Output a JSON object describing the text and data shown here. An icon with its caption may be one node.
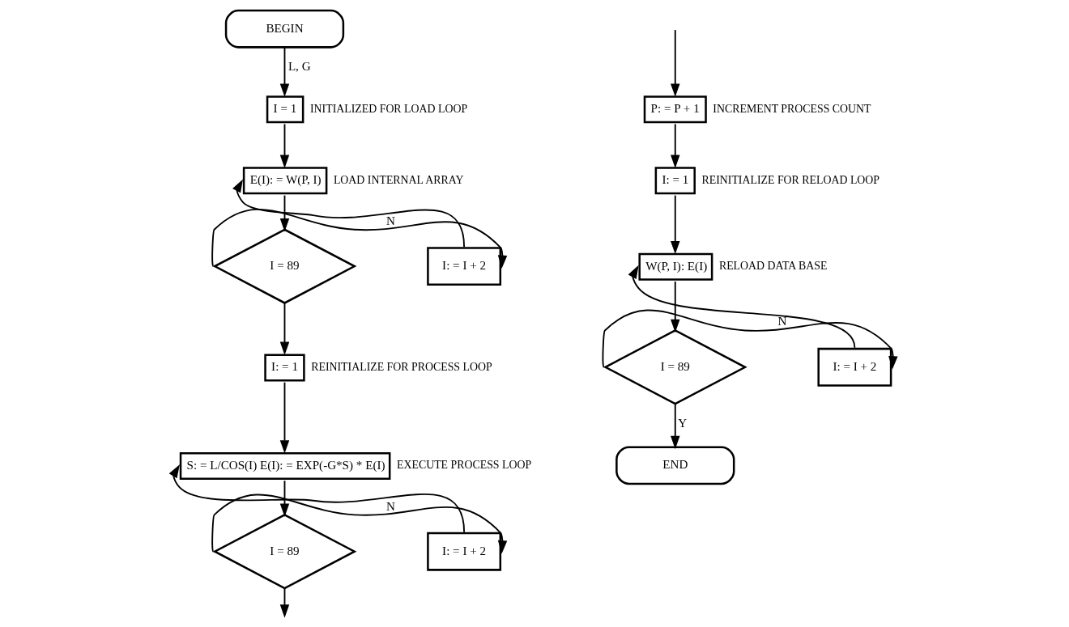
{
  "diagram": {
    "nodes": [
      {
        "text": [
          "BEGIN"
        ]
      },
      {
        "text": [
          "I = 1"
        ],
        "beside": [
          "INITIALIZED FOR LOAD LOOP"
        ]
      },
      {
        "text": [
          "E(I): = W(P, I)"
        ],
        "beside": [
          "LOAD INTERNAL ARRAY"
        ]
      },
      {
        "text": [
          "I = 89"
        ]
      },
      {
        "text": [
          "I: = I + 2"
        ]
      },
      {
        "text": [
          "I: = 1"
        ],
        "beside": [
          "REINITIALIZE FOR PROCESS LOOP"
        ]
      },
      {
        "text": [
          "S: = L/COS(I) E(I): = EXP(-G*S) * E(I)"
        ],
        "beside": [
          "EXECUTE PROCESS LOOP"
        ]
      },
      {
        "text": [
          "I = 89"
        ]
      },
      {
        "text": [
          "I: = I + 2"
        ]
      },
      {
        "text": [
          "P: = P + 1"
        ],
        "beside": [
          "INCREMENT PROCESS COUNT"
        ]
      },
      {
        "text": [
          "I: = 1"
        ],
        "beside": [
          "REINITIALIZE FOR RELOAD LOOP"
        ]
      },
      {
        "text": [
          "W(P, I): E(I)"
        ],
        "beside": [
          "RELOAD DATA BASE"
        ]
      },
      {
        "text": [
          "I = 89"
        ]
      },
      {
        "text": [
          "I: = I + 2"
        ]
      },
      {
        "text": [
          "END"
        ]
      }
    ],
    "edges": [
      {
        "from": 0,
        "to": 1,
        "arrow": "to",
        "label": "L, G"
      },
      {
        "from": 1,
        "to": 2,
        "arrow": "to"
      },
      {
        "from": 2,
        "to": 3,
        "arrow": "to"
      },
      {
        "from": 3,
        "to": 4,
        "arrow": "to",
        "label": "N"
      },
      {
        "from": 4,
        "to": 2,
        "arrow": "to"
      },
      {
        "from": 3,
        "to": 5,
        "arrow": "to"
      },
      {
        "from": 5,
        "to": 6,
        "arrow": "to"
      },
      {
        "from": 6,
        "to": 7,
        "arrow": "to"
      },
      {
        "from": 7,
        "to": 8,
        "arrow": "to",
        "label": "N"
      },
      {
        "from": 8,
        "to": 6,
        "arrow": "to"
      },
      {
        "from": 7,
        "to": null,
        "arrow": "to"
      },
      {
        "from": null,
        "to": 9,
        "arrow": "to"
      },
      {
        "from": 9,
        "to": 10,
        "arrow": "to"
      },
      {
        "from": 10,
        "to": 11,
        "arrow": "to"
      },
      {
        "from": 11,
        "to": 12,
        "arrow": "to"
      },
      {
        "from": 12,
        "to": 13,
        "arrow": "to",
        "label": "N"
      },
      {
        "from": 13,
        "to": 11,
        "arrow": "to"
      },
      {
        "from": 12,
        "to": 14,
        "arrow": "to",
        "label": "Y"
      }
    ]
  }
}
